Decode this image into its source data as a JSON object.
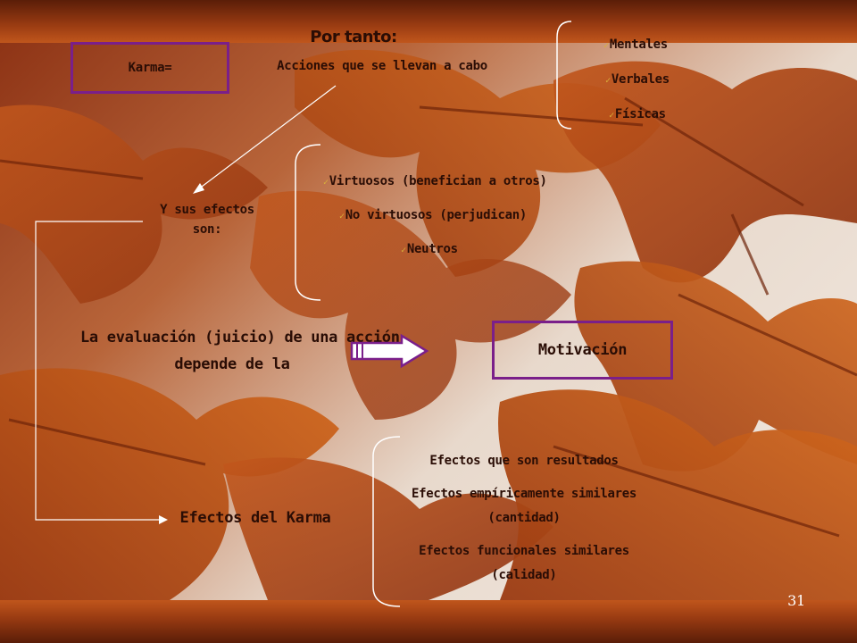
{
  "slide": {
    "karma_label": "Karma=",
    "title": "Por tanto:",
    "acciones": "Acciones que se llevan a cabo",
    "tipos_acciones": [
      "Mentales",
      "Verbales",
      "Físicas"
    ],
    "efectos_intro": [
      "Y sus efectos",
      "son:"
    ],
    "tipos_efectos": [
      "Virtuosos (benefician a otros)",
      "No virtuosos (perjudican)",
      "Neutros"
    ],
    "evaluacion": [
      "La evaluación (juicio) de una acción",
      "depende de la"
    ],
    "motivacion": "Motivación",
    "efectos_karma": "Efectos del Karma",
    "efectos_lista": [
      "Efectos que son resultados",
      "Efectos empíricamente similares",
      "(cantidad)",
      "Efectos funcionales similares",
      "(calidad)"
    ],
    "page_number": "31"
  },
  "colors": {
    "box_border": "#7a1f8a",
    "text": "#2a0d05",
    "checkmark": "#d8b13a"
  }
}
